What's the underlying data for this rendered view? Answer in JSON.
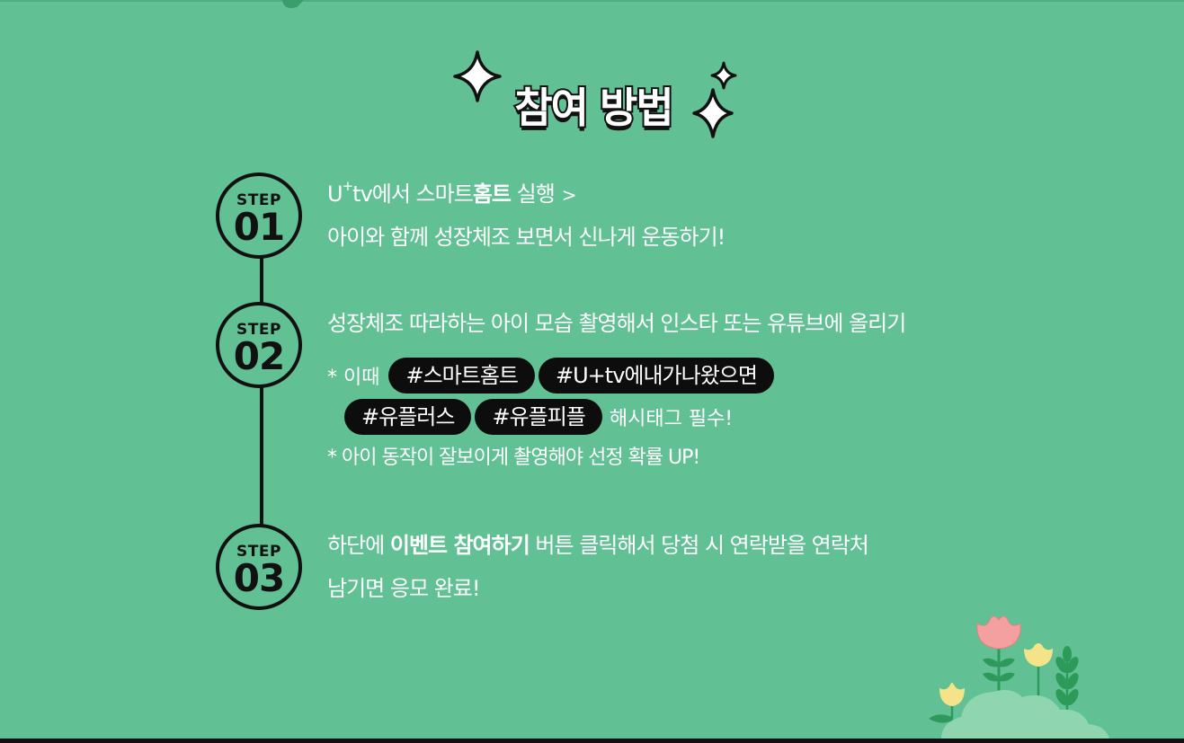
{
  "title": "참여 방법",
  "steps": [
    {
      "label": "STEP",
      "number": "01",
      "line1": {
        "u": "U",
        "plus": "+",
        "tv": "tv에서  스마트",
        "bold": "홈트",
        "rest": " 실행",
        "chevron": ">"
      },
      "line2": "아이와 함께 성장체조 보면서 신나게 운동하기!"
    },
    {
      "label": "STEP",
      "number": "02",
      "line1": "성장체조 따라하는 아이 모습 촬영해서 인스타 또는 유튜브에 올리기",
      "note_prefix": "* 이때",
      "tags_row1": [
        "#스마트홈트",
        "#U+tv에내가나왔으면"
      ],
      "tags_row2": [
        "#유플러스",
        "#유플피플"
      ],
      "tags_suffix": "해시태그 필수!",
      "note2": "* 아이 동작이 잘보이게 촬영해야 선정 확률 UP!"
    },
    {
      "label": "STEP",
      "number": "03",
      "line1": {
        "pre": "하단에 ",
        "bold": "이벤트 참여하기",
        "post": " 버튼 클릭해서 당첨 시 연락받을 연락처"
      },
      "line2": "남기면 응모 완료!"
    }
  ],
  "colors": {
    "background": "#62c194",
    "ink": "#111111",
    "tag_bg": "#0d0d0d",
    "text": "#ffffff"
  },
  "icons": [
    "sparkle-icon",
    "chevron-right-icon",
    "flower-icon"
  ]
}
